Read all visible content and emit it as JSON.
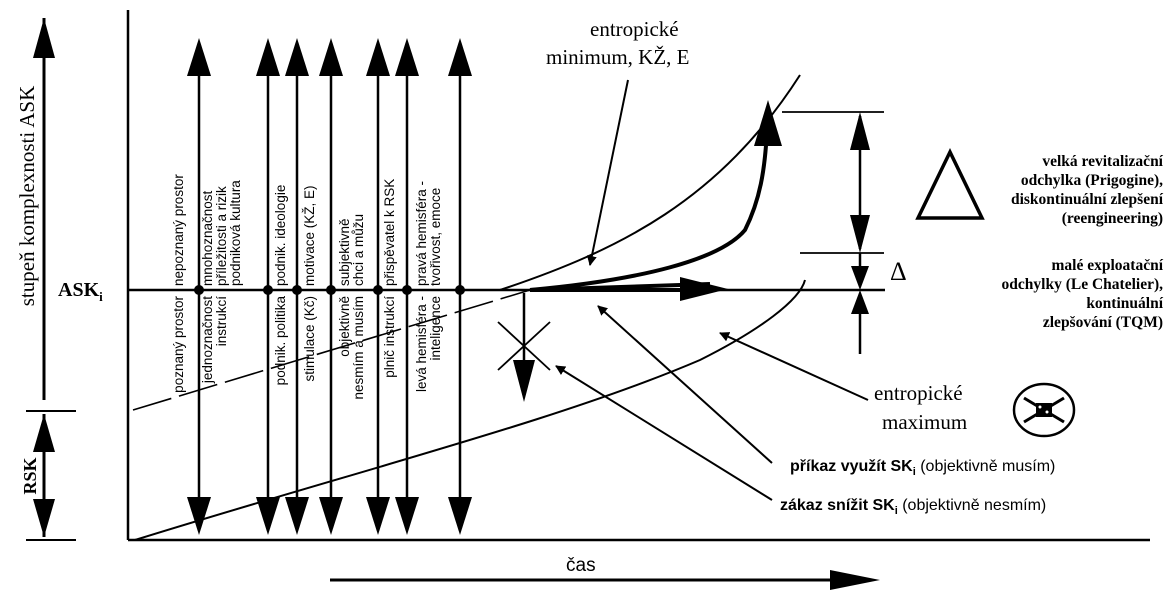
{
  "axes": {
    "y_title": "stupeň komplexnosti ASK",
    "ask_label": "ASK",
    "ask_subscript": "i",
    "rsk_label": "RSK",
    "x_title": "čas"
  },
  "vertical_labels": [
    {
      "upper": "nepoznaný prostor",
      "lower": "poznaný prostor"
    },
    {
      "upper": "mnohoznačnost",
      "lower": "jednoznačnost"
    },
    {
      "upper": "příležitosti a rizik",
      "lower": "instrukcí"
    },
    {
      "upper": "podniková kultura",
      "lower": ""
    },
    {
      "upper": "podnik. ideologie",
      "lower": "podnik. politika"
    },
    {
      "upper": "motivace (KŽ, E)",
      "lower": "stimulace (Kč)"
    },
    {
      "upper": "subjektivně",
      "lower": "objektivně"
    },
    {
      "upper": "chci a můžu",
      "lower": "nesmím a musím"
    },
    {
      "upper": "přispěvatel k RSK",
      "lower": "plnič instrukcí"
    },
    {
      "upper": "pravá hemisféra -",
      "lower": "levá hemisféra -"
    },
    {
      "upper": "tvořivost, emoce",
      "lower": "inteligence"
    }
  ],
  "annotations": {
    "entropic_min_line1": "entropické",
    "entropic_min_line2": "minimum,  KŽ, E",
    "entropic_max_line1": "entropické",
    "entropic_max_line2": "maximum",
    "big_delta": "Δ",
    "small_delta": "Δ",
    "big_deviation": [
      "velká revitalizační",
      "odchylka (Prigogine),",
      "diskontinuální zlepšení",
      "(reengineering)"
    ],
    "small_deviation": [
      "malé exploatační",
      "odchylky (Le Chatelier),",
      "kontinuální",
      "zlepšování (TQM)"
    ],
    "command_bold": "příkaz využít SK",
    "command_sub": "i",
    "command_rest": " (objektivně musím)",
    "ban_bold": "zákaz snížit SK",
    "ban_sub": "i",
    "ban_rest": " (objektivně nesmím)"
  },
  "icons": [
    "entropy-max-symbol-icon"
  ],
  "colors": {
    "ink": "#000000",
    "background": "#ffffff"
  }
}
